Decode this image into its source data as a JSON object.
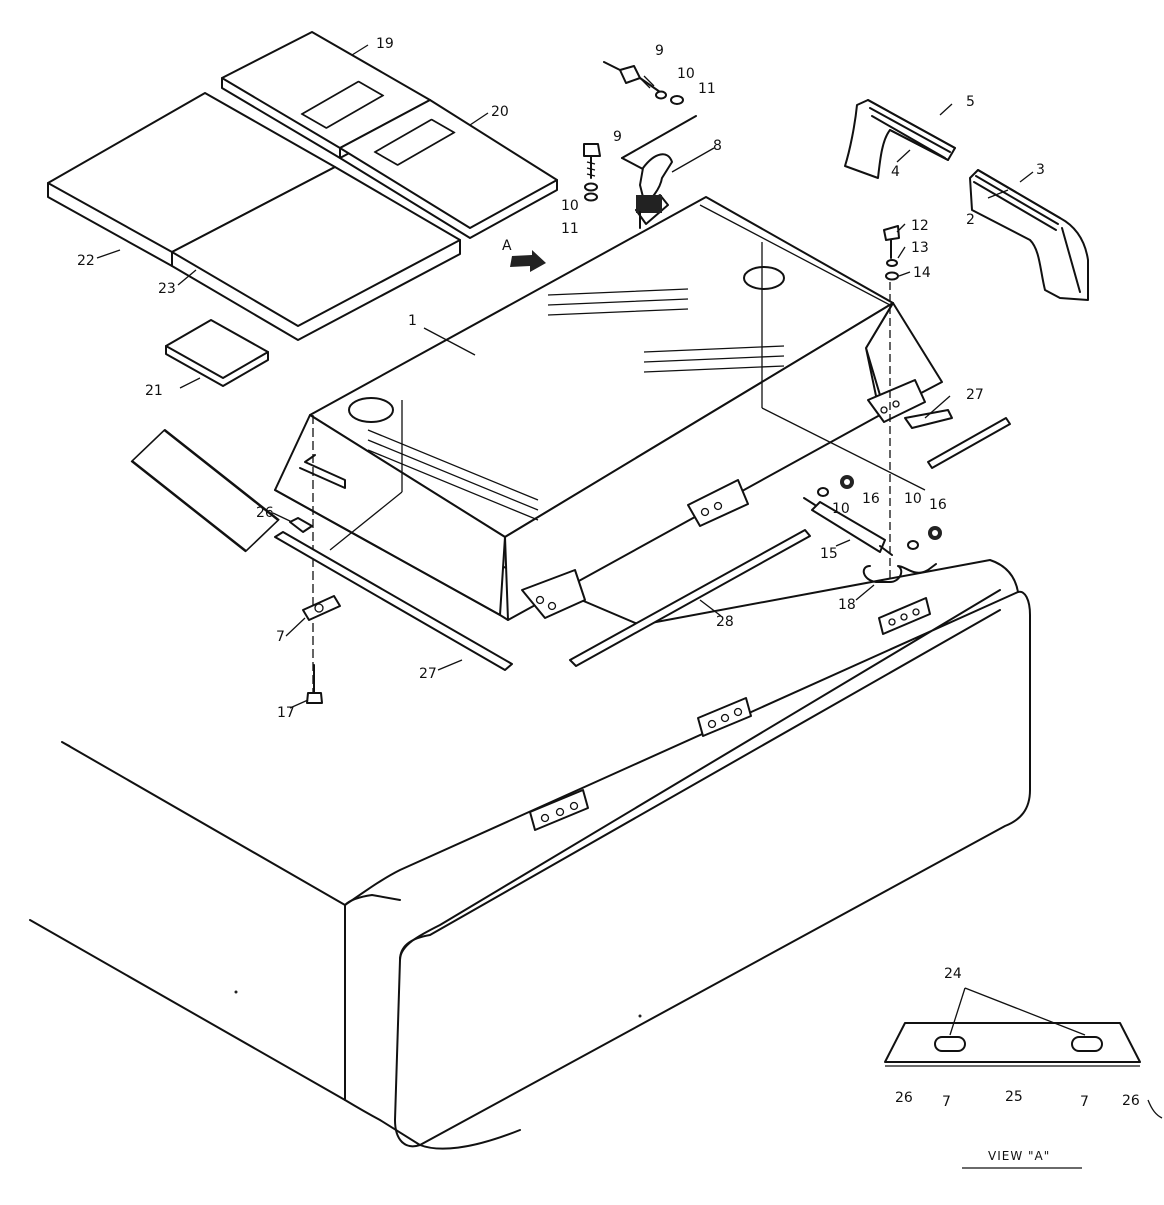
{
  "diagram": {
    "part_labels": [
      "1",
      "2",
      "3",
      "4",
      "5",
      "7",
      "8",
      "9",
      "9",
      "10",
      "10",
      "10",
      "10",
      "11",
      "11",
      "12",
      "13",
      "14",
      "15",
      "16",
      "16",
      "17",
      "18",
      "19",
      "20",
      "21",
      "22",
      "23",
      "26",
      "27",
      "27",
      "28"
    ],
    "view_a": {
      "title": "VIEW \"A\"",
      "arrow_label": "A",
      "labels": [
        "24",
        "26",
        "7",
        "25",
        "7",
        "26"
      ]
    }
  }
}
